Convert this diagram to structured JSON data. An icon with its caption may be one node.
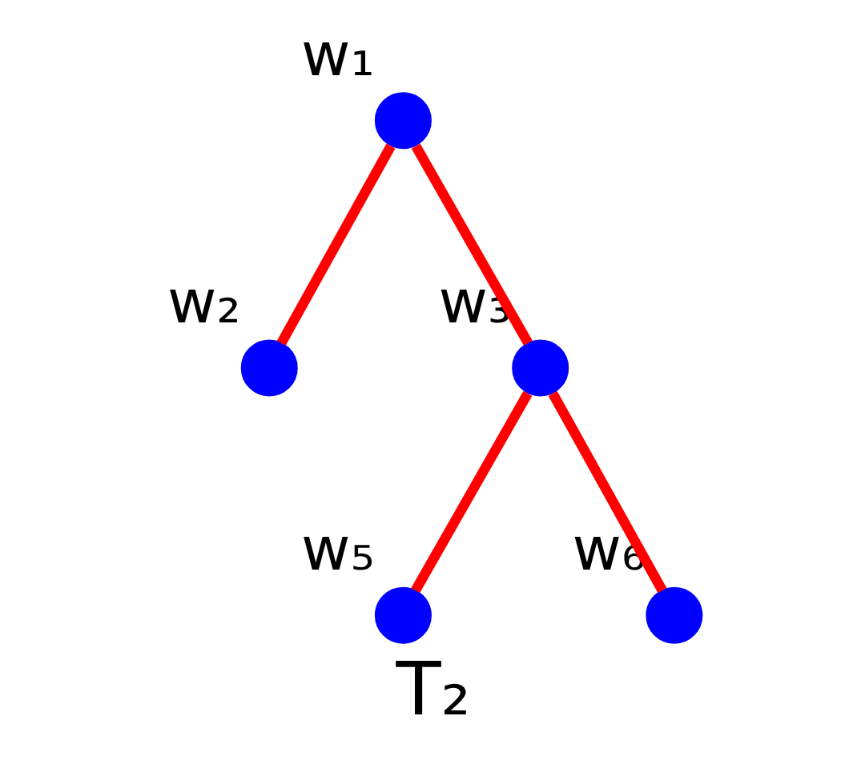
{
  "diagram": {
    "caption": "T₂",
    "nodes": [
      {
        "text": [],
        "shape": "circle",
        "beside": [
          "w₁"
        ]
      },
      {
        "text": [],
        "shape": "circle",
        "beside": [
          "w₂"
        ]
      },
      {
        "text": [],
        "shape": "circle",
        "beside": [
          "w₃"
        ]
      },
      {
        "text": [],
        "shape": "circle",
        "beside": [
          "w₅"
        ]
      },
      {
        "text": [],
        "shape": "circle",
        "beside": [
          "w₆"
        ]
      }
    ],
    "edges": [
      {
        "from": 0,
        "to": 1,
        "arrow": "none"
      },
      {
        "from": 0,
        "to": 2,
        "arrow": "none"
      },
      {
        "from": 2,
        "to": 3,
        "arrow": "none"
      },
      {
        "from": 2,
        "to": 4,
        "arrow": "none"
      }
    ]
  }
}
